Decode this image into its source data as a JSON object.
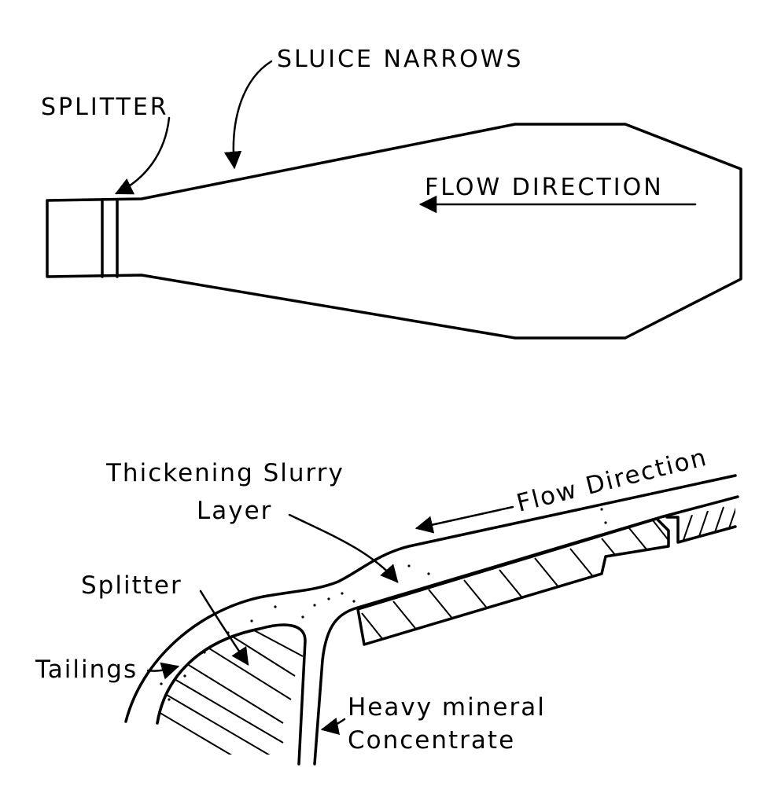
{
  "top_view": {
    "label_sluice_narrows": "SLUICE NARROWS",
    "label_splitter": "SPLITTER",
    "label_flow_direction": "FLOW DIRECTION"
  },
  "side_view": {
    "label_thickening_line1": "Thickening Slurry",
    "label_thickening_line2": "Layer",
    "label_flow_direction": "Flow Direction",
    "label_splitter": "Splitter",
    "label_tailings": "Tailings",
    "label_heavy_line1": "Heavy mineral",
    "label_heavy_line2": "Concentrate"
  }
}
